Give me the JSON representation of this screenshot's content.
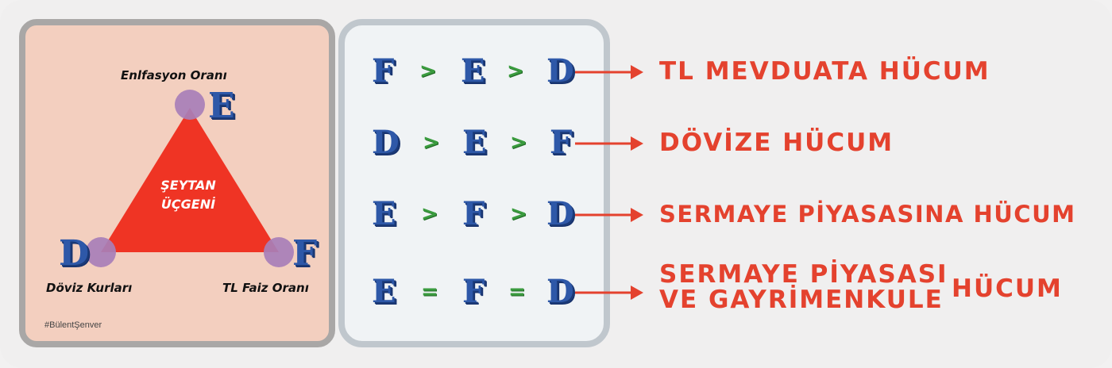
{
  "triangle": {
    "title_line1": "ŞEYTAN",
    "title_line2": "ÜÇGENİ",
    "vertices": {
      "top": {
        "letter": "E",
        "label": "Enlfasyon Oranı"
      },
      "left": {
        "letter": "D",
        "label": "Döviz Kurları"
      },
      "right": {
        "letter": "F",
        "label": "TL Faiz Oranı"
      }
    },
    "hashtag": "#BülentŞenver"
  },
  "rows": [
    {
      "a": "F",
      "op1": ">",
      "b": "E",
      "op2": ">",
      "c": "D",
      "result": "TL MEVDUATA HÜCUM"
    },
    {
      "a": "D",
      "op1": ">",
      "b": "E",
      "op2": ">",
      "c": "F",
      "result": "DÖVİZE HÜCUM"
    },
    {
      "a": "E",
      "op1": ">",
      "b": "F",
      "op2": ">",
      "c": "D",
      "result": "SERMAYE PİYASASINA HÜCUM"
    },
    {
      "a": "E",
      "op1": "=",
      "b": "F",
      "op2": "=",
      "c": "D",
      "result_line1": "SERMAYE PİYASASI",
      "result_line2": "VE GAYRİMENKULE",
      "result_suffix": "HÜCUM"
    }
  ],
  "colors": {
    "letter_blue": "#2e58a8",
    "operator_green": "#3a9b3e",
    "accent_red": "#e4422e",
    "triangle_red": "#ef3424",
    "vertex_purple": "#a87fb8"
  }
}
